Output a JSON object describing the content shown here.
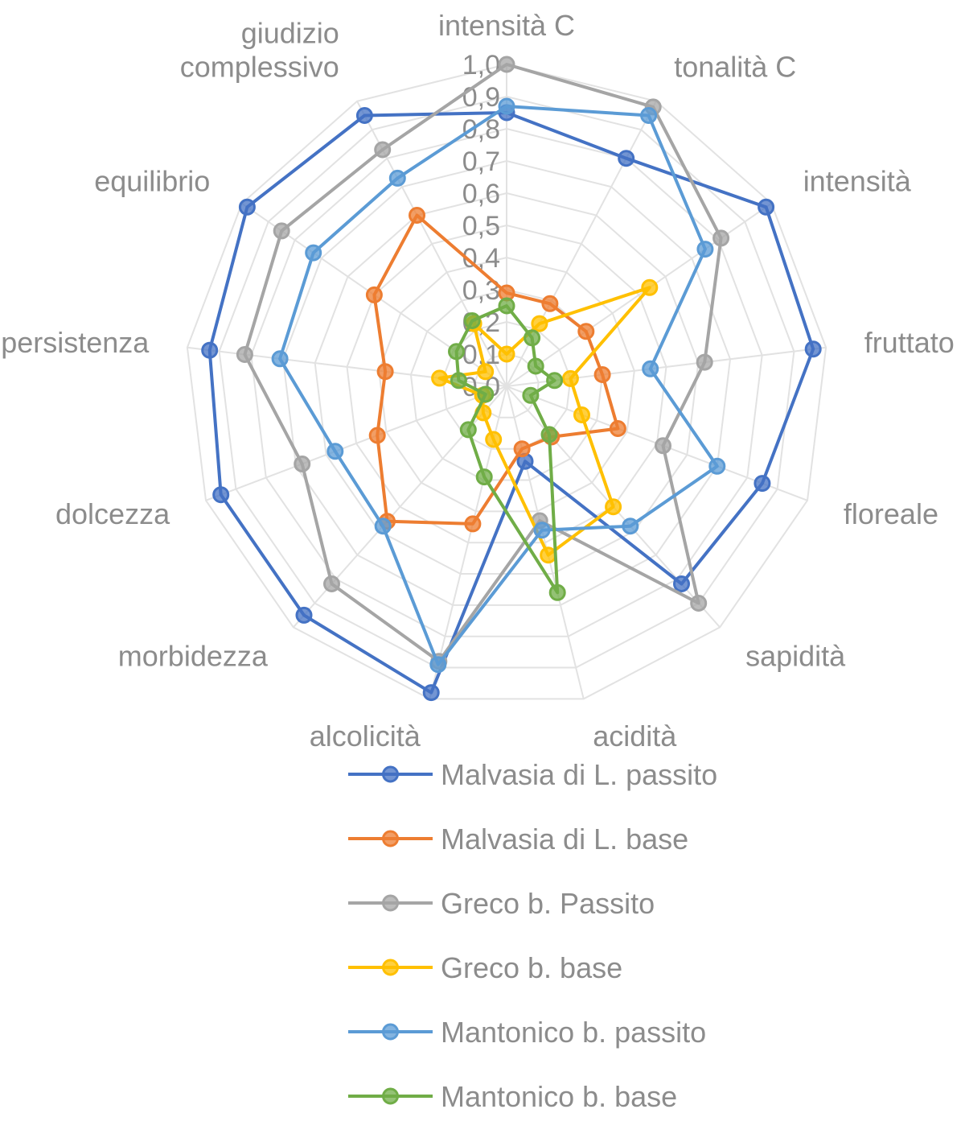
{
  "chart_data": {
    "type": "radar",
    "title": "",
    "categories": [
      "intensità C",
      "tonalità C",
      "intensità",
      "fruttato",
      "floreale",
      "sapidità",
      "acidità",
      "alcolicità",
      "morbidezza",
      "dolcezza",
      "persistenza",
      "equilibrio",
      [
        "giudizio",
        "complessivo"
      ]
    ],
    "rlim": [
      0,
      1.0
    ],
    "ticks": [
      "0,0",
      "0,1",
      "0,2",
      "0,3",
      "0,4",
      "0,5",
      "0,6",
      "0,7",
      "0,8",
      "0,9",
      "1,0"
    ],
    "grid": true,
    "legend_position": "bottom",
    "series": [
      {
        "name": "Malvasia di L.  passito",
        "color": "#4472C4",
        "values": [
          0.85,
          0.8,
          0.98,
          0.96,
          0.85,
          0.82,
          0.24,
          0.98,
          0.95,
          0.95,
          0.93,
          0.98,
          0.95
        ]
      },
      {
        "name": "Malvasia di L. base",
        "color": "#ED7D31",
        "values": [
          0.29,
          0.29,
          0.3,
          0.3,
          0.37,
          0.21,
          0.2,
          0.44,
          0.56,
          0.43,
          0.38,
          0.5,
          0.6
        ]
      },
      {
        "name": "Greco b. Passito",
        "color": "#A5A5A5",
        "values": [
          1.0,
          0.98,
          0.81,
          0.62,
          0.52,
          0.9,
          0.43,
          0.88,
          0.82,
          0.68,
          0.82,
          0.85,
          0.83
        ]
      },
      {
        "name": "Greco b. base",
        "color": "#FFC000",
        "values": [
          0.1,
          0.22,
          0.54,
          0.2,
          0.25,
          0.5,
          0.54,
          0.17,
          0.11,
          0.08,
          0.21,
          0.08,
          0.22
        ]
      },
      {
        "name": "Mantonico b. passito",
        "color": "#5B9BD5",
        "values": [
          0.87,
          0.95,
          0.75,
          0.45,
          0.7,
          0.58,
          0.46,
          0.89,
          0.58,
          0.57,
          0.71,
          0.73,
          0.73
        ]
      },
      {
        "name": "Mantonico b. base",
        "color": "#70AD47",
        "values": [
          0.25,
          0.17,
          0.11,
          0.15,
          0.08,
          0.2,
          0.66,
          0.29,
          0.18,
          0.07,
          0.15,
          0.19,
          0.23
        ]
      }
    ]
  }
}
